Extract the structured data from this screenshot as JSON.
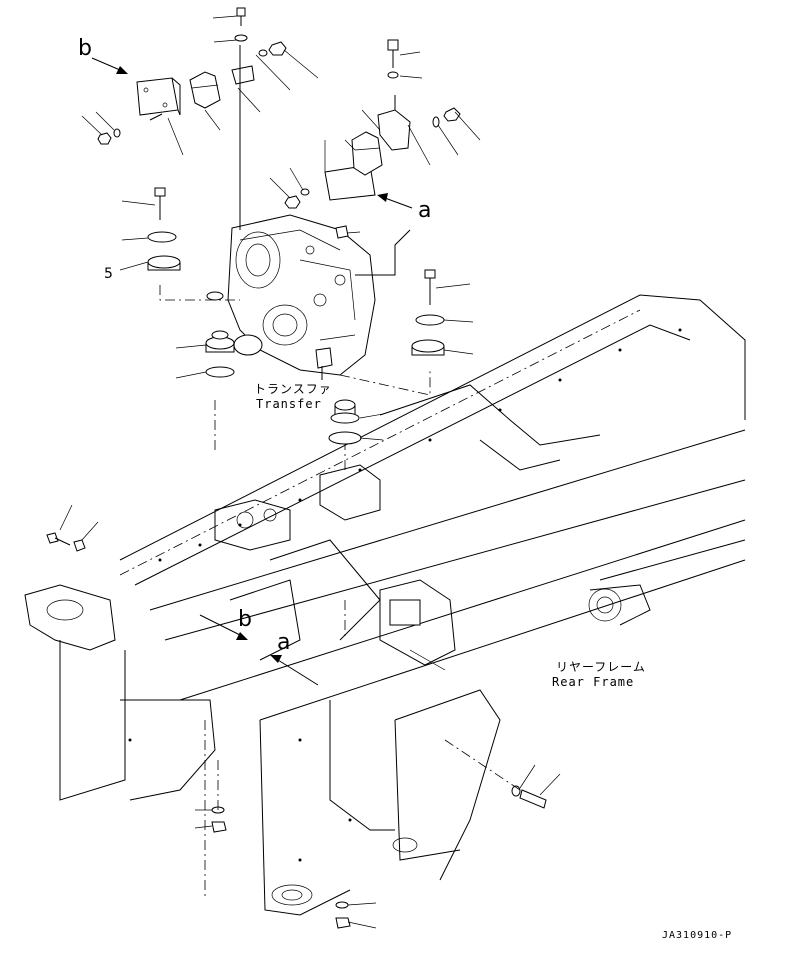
{
  "callouts": {
    "a_top": "a",
    "b_top": "b",
    "b_frame": "b",
    "a_frame": "a",
    "item_5": "5"
  },
  "labels": {
    "transfer_jp": "トランスファ",
    "transfer_en": "Transfer",
    "rear_frame_jp": "リヤーフレーム",
    "rear_frame_en": "Rear Frame"
  },
  "document_id": "JA310910-P"
}
